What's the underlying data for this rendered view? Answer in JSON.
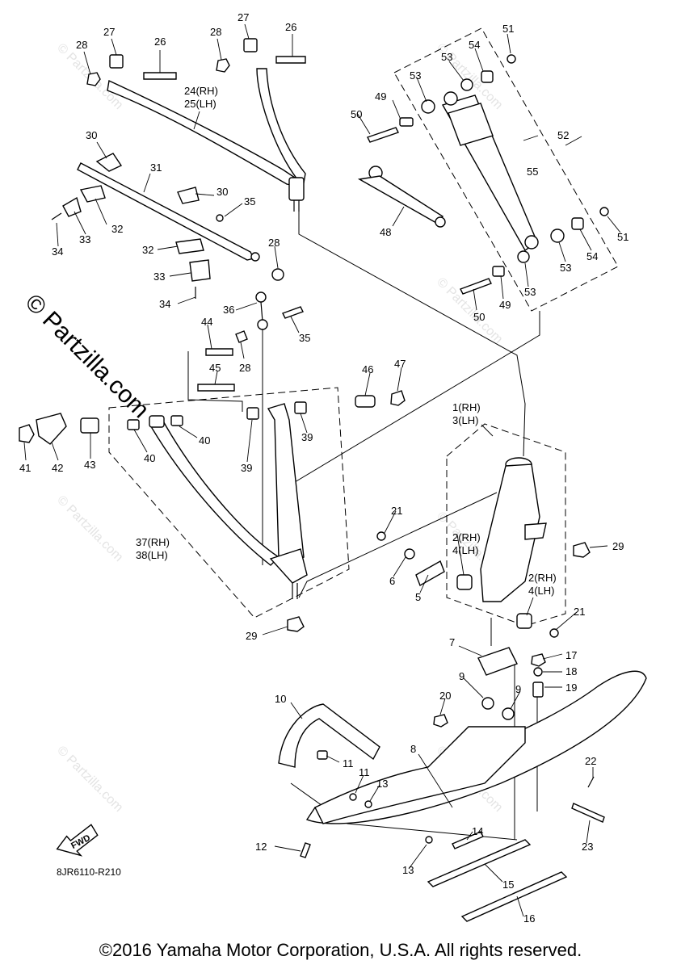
{
  "watermark": "© Partzilla.com",
  "faint_watermark": "© Partzilla.com",
  "diagram_code": "8JR6110-R210",
  "fwd_label": "FWD",
  "copyright": "©2016 Yamaha Motor Corporation, U.S.A. All rights reserved.",
  "callouts": {
    "c1": "1(RH)",
    "c3": "3(LH)",
    "c2a": "2(RH)",
    "c4a": "4(LH)",
    "c2b": "2(RH)",
    "c4b": "4(LH)",
    "c5": "5",
    "c6": "6",
    "c7": "7",
    "c8": "8",
    "c9a": "9",
    "c9b": "9",
    "c10": "10",
    "c11a": "11",
    "c11b": "11",
    "c12": "12",
    "c13a": "13",
    "c13b": "13",
    "c14": "14",
    "c15": "15",
    "c16": "16",
    "c17": "17",
    "c18": "18",
    "c19": "19",
    "c20": "20",
    "c21a": "21",
    "c21b": "21",
    "c22": "22",
    "c23": "23",
    "c24": "24(RH)",
    "c25": "25(LH)",
    "c26a": "26",
    "c26b": "26",
    "c27a": "27",
    "c27b": "27",
    "c28a": "28",
    "c28b": "28",
    "c28c": "28",
    "c28d": "28",
    "c29a": "29",
    "c29b": "29",
    "c30a": "30",
    "c30b": "30",
    "c31": "31",
    "c32a": "32",
    "c32b": "32",
    "c33a": "33",
    "c33b": "33",
    "c34a": "34",
    "c34b": "34",
    "c35a": "35",
    "c35b": "35",
    "c36": "36",
    "c37": "37(RH)",
    "c38": "38(LH)",
    "c39a": "39",
    "c39b": "39",
    "c40a": "40",
    "c40b": "40",
    "c41": "41",
    "c42": "42",
    "c43": "43",
    "c44": "44",
    "c45": "45",
    "c46": "46",
    "c47": "47",
    "c48": "48",
    "c49a": "49",
    "c49b": "49",
    "c50a": "50",
    "c50b": "50",
    "c51a": "51",
    "c51b": "51",
    "c52": "52",
    "c53a": "53",
    "c53b": "53",
    "c53c": "53",
    "c53d": "53",
    "c54a": "54",
    "c54b": "54",
    "c55": "55"
  }
}
